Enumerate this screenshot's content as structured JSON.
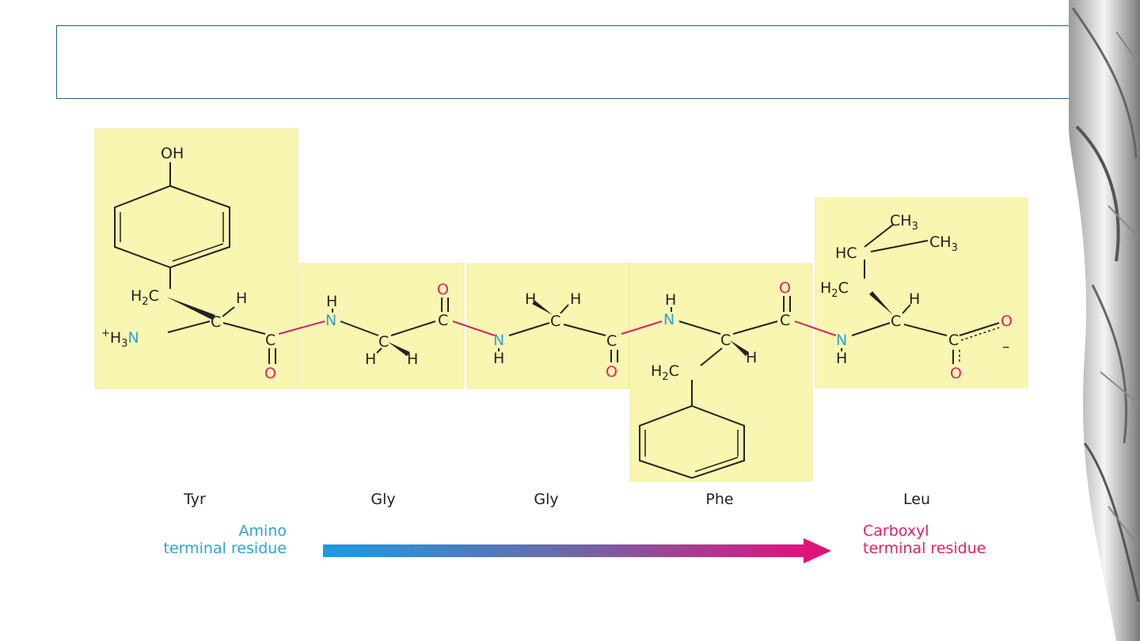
{
  "residues": [
    {
      "abbr": "Tyr"
    },
    {
      "abbr": "Gly"
    },
    {
      "abbr": "Gly"
    },
    {
      "abbr": "Phe"
    },
    {
      "abbr": "Leu"
    }
  ],
  "amino_terminus": {
    "line1": "Amino",
    "line2": "terminal residue"
  },
  "carboxyl_terminus": {
    "line1": "Carboxyl",
    "line2": "terminal residue"
  },
  "atoms": {
    "oh": "OH",
    "h3n": "H",
    "h3n_sub": "3",
    "n": "N",
    "c": "C",
    "h": "H",
    "o": "O",
    "h2c": "H",
    "h2c_sub": "2",
    "hc": "HC",
    "ch3": "CH",
    "ch3_sub": "3",
    "plus": "+",
    "minus": "–"
  },
  "colors": {
    "nitrogen": "#2aa3dc",
    "oxygen": "#e0206a",
    "residue_highlight": "#f8f6b0",
    "arrow_start": "#1e9ae0",
    "arrow_end": "#e0137a"
  }
}
